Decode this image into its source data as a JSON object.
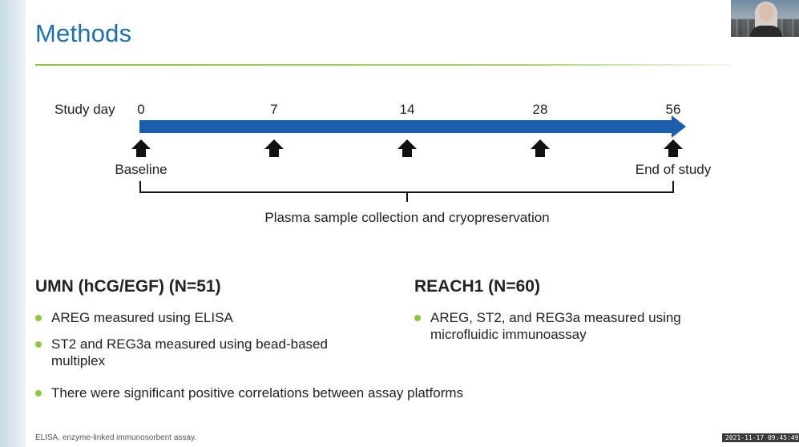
{
  "slide": {
    "title": "Methods",
    "footnote": "ELISA, enzyme-linked immunosorbent assay.",
    "timestamp": "2021-11-17 09:45:49"
  },
  "timeline": {
    "label": "Study day",
    "ticks": [
      "0",
      "7",
      "14",
      "28",
      "56"
    ],
    "start_label": "Baseline",
    "end_label": "End of study",
    "bracket_caption": "Plasma sample collection and cryopreservation",
    "arrow_color": "#1b5faa"
  },
  "left_section": {
    "heading": "UMN (hCG/EGF) (N=51)",
    "bullets": [
      "AREG measured using ELISA",
      "ST2 and REG3a measured using bead-based multiplex"
    ]
  },
  "right_section": {
    "heading": "REACH1 (N=60)",
    "bullets": [
      "AREG, ST2, and REG3a measured using microfluidic immunoassay"
    ]
  },
  "conclusion": "There were significant positive correlations between assay platforms",
  "colors": {
    "title": "#1b6fb3",
    "bullet": "#8cc63f",
    "rule": "#8cc63f"
  }
}
